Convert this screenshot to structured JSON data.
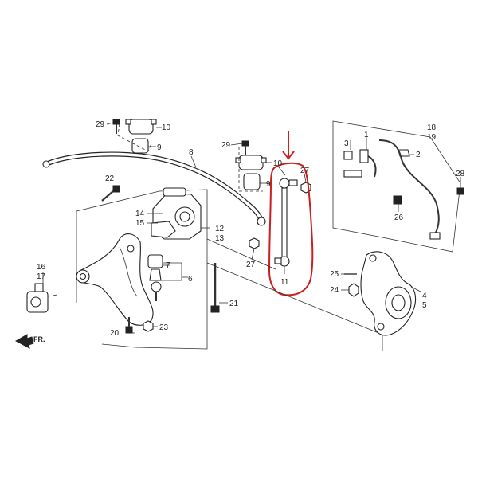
{
  "labels": {
    "p1": "1",
    "p2": "2",
    "p3": "3",
    "p4": "4",
    "p5": "5",
    "p6": "6",
    "p7": "7",
    "p8": "8",
    "p9a": "9",
    "p9b": "9",
    "p10a": "10",
    "p10b": "10",
    "p11": "11",
    "p12": "12",
    "p13": "13",
    "p14": "14",
    "p15": "15",
    "p16": "16",
    "p17": "17",
    "p18": "18",
    "p19": "19",
    "p20": "20",
    "p21": "21",
    "p22": "22",
    "p23": "23",
    "p24": "24",
    "p25": "25",
    "p26": "26",
    "p27a": "27",
    "p27b": "27",
    "p28": "28",
    "p29a": "29",
    "p29b": "29"
  },
  "direction_label": "FR.",
  "colors": {
    "line": "#333333",
    "highlight": "#cc1f1f",
    "background": "#ffffff"
  }
}
